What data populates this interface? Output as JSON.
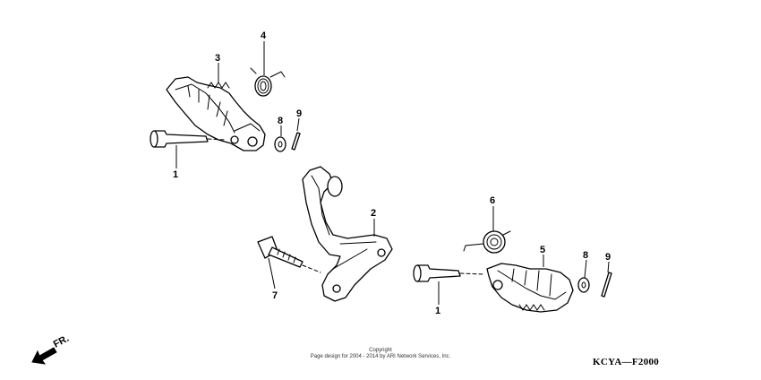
{
  "callouts": {
    "c1a": "1",
    "c1b": "1",
    "c2": "2",
    "c3": "3",
    "c4": "4",
    "c5": "5",
    "c6": "6",
    "c7": "7",
    "c8a": "8",
    "c8b": "8",
    "c9a": "9",
    "c9b": "9"
  },
  "direction_label": "FR.",
  "copyright": {
    "line1": "Copyright",
    "line2": "Page design for 2004 - 2014 by ARI Network Services, Inc."
  },
  "diagram_code": "KCYA—F2000"
}
